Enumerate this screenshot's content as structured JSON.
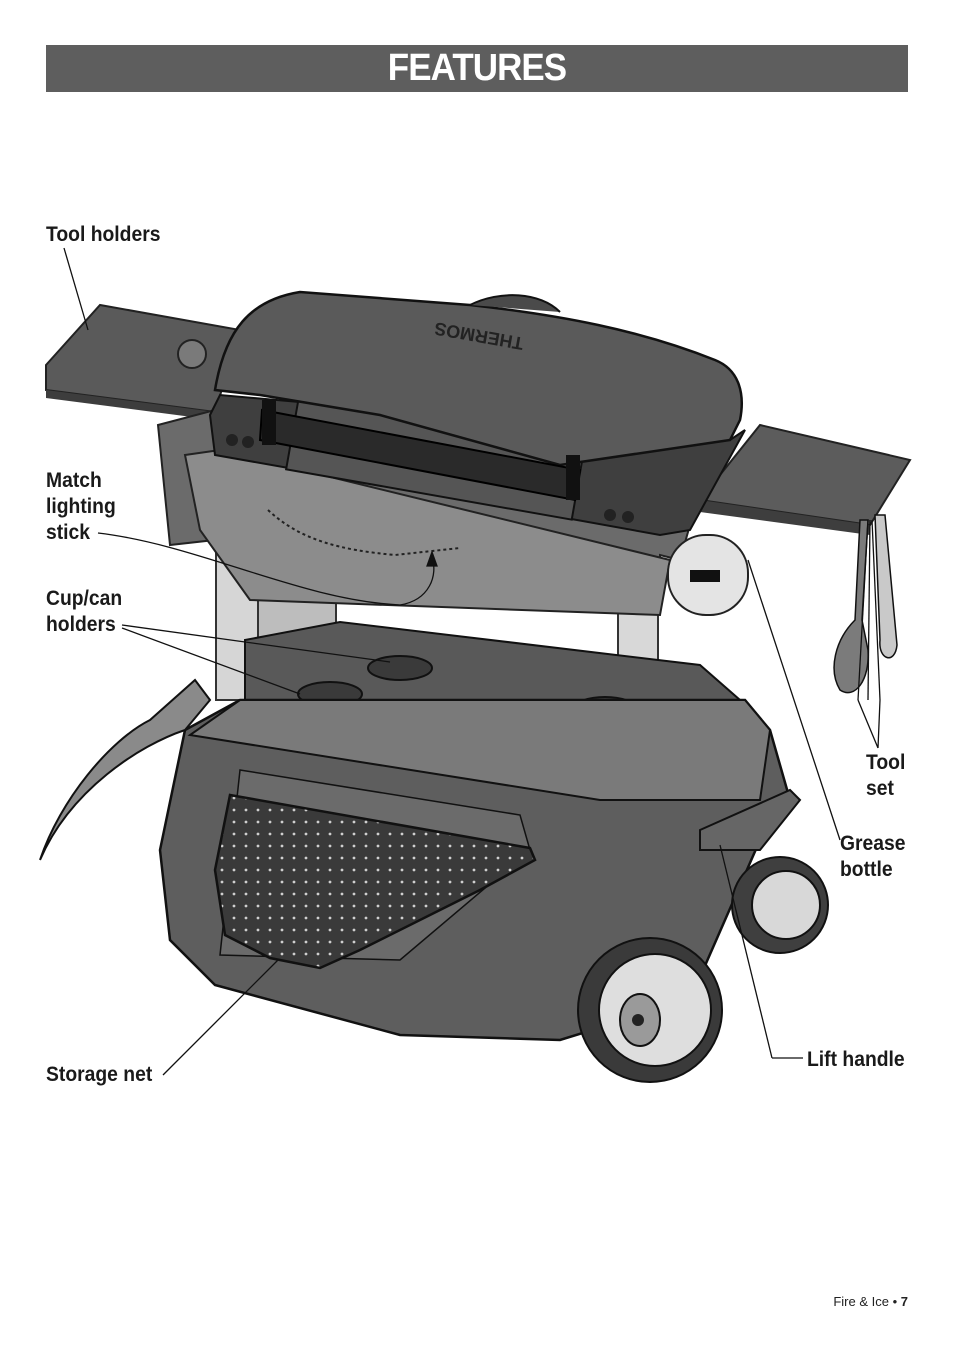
{
  "header": {
    "title": "FEATURES"
  },
  "callouts": {
    "tool_holders": "Tool holders",
    "match_lighting_stick": [
      "Match",
      "lighting",
      "stick"
    ],
    "cup_can_holders": [
      "Cup/can",
      "holders"
    ],
    "storage_net": "Storage net",
    "tool_set": [
      "Tool",
      "set"
    ],
    "grease_bottle": [
      "Grease",
      "bottle"
    ],
    "lift_handle": "Lift handle"
  },
  "illustration": {
    "brand_text": "THERMOS"
  },
  "footer": {
    "title": "Fire & Ice",
    "separator": "•",
    "page_number": "7"
  },
  "colors": {
    "title_bar": "#5e5e5e",
    "body_dark": "#5b5b5b",
    "body_mid": "#6c6c6c",
    "body_light": "#9a9a9a",
    "leg_light": "#d8d8d8"
  }
}
